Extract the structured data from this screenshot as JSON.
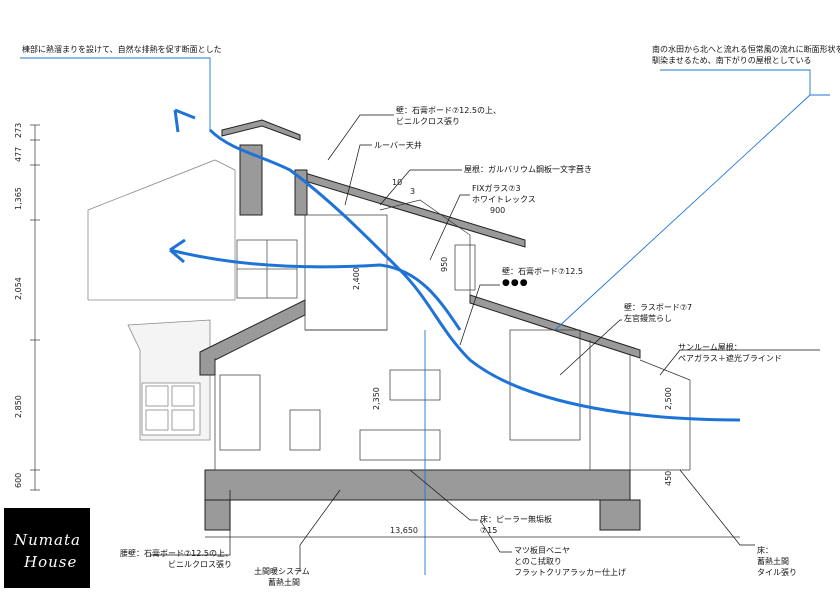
{
  "logo": {
    "line1": "Numata",
    "line2": "House"
  },
  "notes": {
    "top_left": "棟部に熱溜まりを設けて、自然な排熱を促す断面とした",
    "top_right_1": "南の水田から北へと流れる恒常風の流れに断面形状を",
    "top_right_2": "馴染ませるため、南下がりの屋根としている"
  },
  "labels": {
    "wall_board_1": "壁：石膏ボード⑦12.5の上、",
    "wall_board_2": "ビニルクロス張り",
    "louver_ceiling": "ルーバー天井",
    "roof": "屋根：ガルバリウム鋼板一文字葺き",
    "fix_glass_1": "FIXガラス⑦3",
    "fix_glass_2": "ホワイトレックス",
    "wall_gypsum": "壁：石膏ボード⑦12.5",
    "wall_gypsum_dots": "●●●",
    "wall_lath_1": "壁：ラスボード⑦7",
    "wall_lath_2": "左官鏝荒らし",
    "sunroom_1": "サンルーム屋根：",
    "sunroom_2": "ペアガラス＋遮光ブラインド",
    "floor_pira_1": "床：ピーラー無垢板",
    "floor_pira_2": "⑦15",
    "matsu_1": "マツ板目ベニヤ",
    "matsu_2": "とのこ拭取り",
    "matsu_3": "フラットクリアラッカー仕上げ",
    "floor_tile_1": "床：",
    "floor_tile_2": "蓄熱土間",
    "floor_tile_3": "タイル張り",
    "waist_wall_1": "腰壁：石膏ボード⑦12.5の上、",
    "waist_wall_2": "ビニルクロス張り",
    "earth_floor_1": "土間暖システム",
    "earth_floor_2": "蓄熱土間"
  },
  "dimensions": {
    "d273": "273",
    "d477": "477",
    "d1365": "1,365",
    "d2054": "2,054",
    "d2850": "2,850",
    "d600": "600",
    "d13650": "13,650",
    "d2400": "2,400",
    "d950": "950",
    "d2350": "2,350",
    "d2500": "2,500",
    "d450": "450",
    "d900": "900",
    "slope_10": "10",
    "slope_3": "3"
  },
  "colors": {
    "wind": "#1f73d6",
    "leader": "#111111",
    "structure": "#7d7d7d",
    "line": "#333333"
  }
}
